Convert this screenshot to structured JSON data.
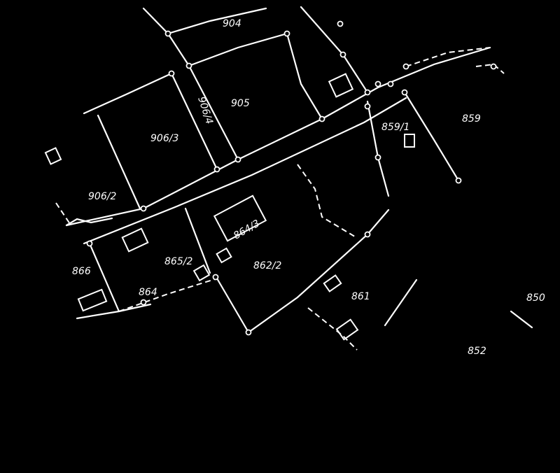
{
  "map": {
    "parcels": [
      {
        "id": "p904",
        "label": "904"
      },
      {
        "id": "p905",
        "label": "905"
      },
      {
        "id": "p906_4",
        "label": "906/4"
      },
      {
        "id": "p906_3",
        "label": "906/3"
      },
      {
        "id": "p906_2",
        "label": "906/2"
      },
      {
        "id": "p859_1",
        "label": "859/1"
      },
      {
        "id": "p859",
        "label": "859"
      },
      {
        "id": "p864_3",
        "label": "864/3"
      },
      {
        "id": "p866",
        "label": "866"
      },
      {
        "id": "p865_2",
        "label": "865/2"
      },
      {
        "id": "p864",
        "label": "864"
      },
      {
        "id": "p862",
        "label": "862/2"
      },
      {
        "id": "p861",
        "label": "861"
      },
      {
        "id": "p850",
        "label": "850"
      },
      {
        "id": "p852",
        "label": "852"
      }
    ],
    "colors": {
      "background": "#000000",
      "lines": "#ffffff"
    }
  }
}
